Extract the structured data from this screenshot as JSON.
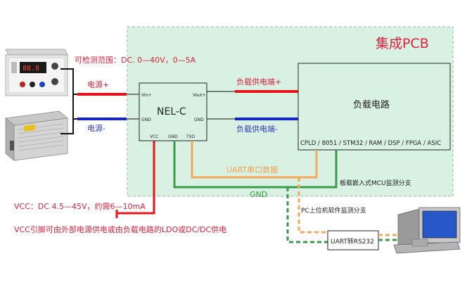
{
  "pcb": {
    "title": "集成PCB",
    "bg": "#d9f1e3",
    "border": "#8cc49c"
  },
  "detect_range": "可检测范围：DC. 0—40V，0—5A",
  "power_pos": "电源+",
  "power_neg": "电源-",
  "chip": {
    "name": "NEL-C",
    "vin": "Vin+",
    "gnd_left": "GND",
    "vout": "Vout+",
    "gnd_right": "GND",
    "vcc": "VCC",
    "gnd_bottom": "GND",
    "txd": "TXD"
  },
  "load_supply_pos": "负载供电端+",
  "load_supply_neg": "负载供电端-",
  "load": {
    "title": "负载电路",
    "subtitle": "CPLD / 8051 / STM32 / RAM / DSP / FPGA / ASIC"
  },
  "uart_serial": "UART串口数据",
  "gnd_label": "GND",
  "embedded_branch": "板载嵌入式MCU监测分支",
  "pc_branch": "PC上位机软件监测分支",
  "converter": "UART转RS232",
  "vcc_spec": "VCC：DC 4.5—45V，约需6—10mA",
  "vcc_note": "VCC引脚可由外部电源供电或由负载电路的LDO或DC/DC供电",
  "colors": {
    "red": "#e8141c",
    "blue": "#1424d8",
    "green": "#3a9a4a",
    "orange": "#f5a85a",
    "black": "#111111"
  },
  "icons": {
    "bench_psu": "bench-power-supply-icon",
    "switching_psu": "switching-power-supply-icon",
    "pc": "desktop-computer-icon"
  }
}
